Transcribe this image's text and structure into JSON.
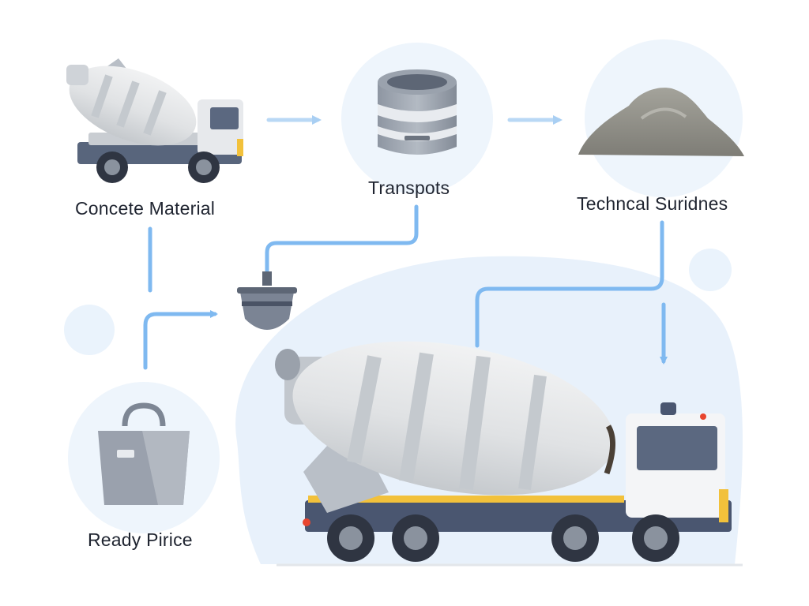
{
  "nodes": {
    "concrete_material": {
      "label": "Concete Material",
      "icon": "small-mixer-truck-icon"
    },
    "transports": {
      "label": "Transpots",
      "icon": "cylinder-drum-icon"
    },
    "technical": {
      "label": "Techncal Suridnes",
      "icon": "sand-pile-icon"
    },
    "ready_price": {
      "label": "Ready Pirice",
      "icon": "bucket-bag-icon"
    },
    "hopper": {
      "icon": "hopper-icon"
    },
    "main_truck": {
      "icon": "concrete-mixer-truck-icon"
    }
  },
  "colors": {
    "arrow": "#7fb9f0",
    "arrow_light": "#b9d8f5",
    "circle_bg": "#eef5fc",
    "blob_bg": "#e8f1fb",
    "truck_body": "#4a5670",
    "drum": "#d9dcde",
    "accent_yellow": "#f2c13b",
    "label_text": "#1f2430"
  }
}
